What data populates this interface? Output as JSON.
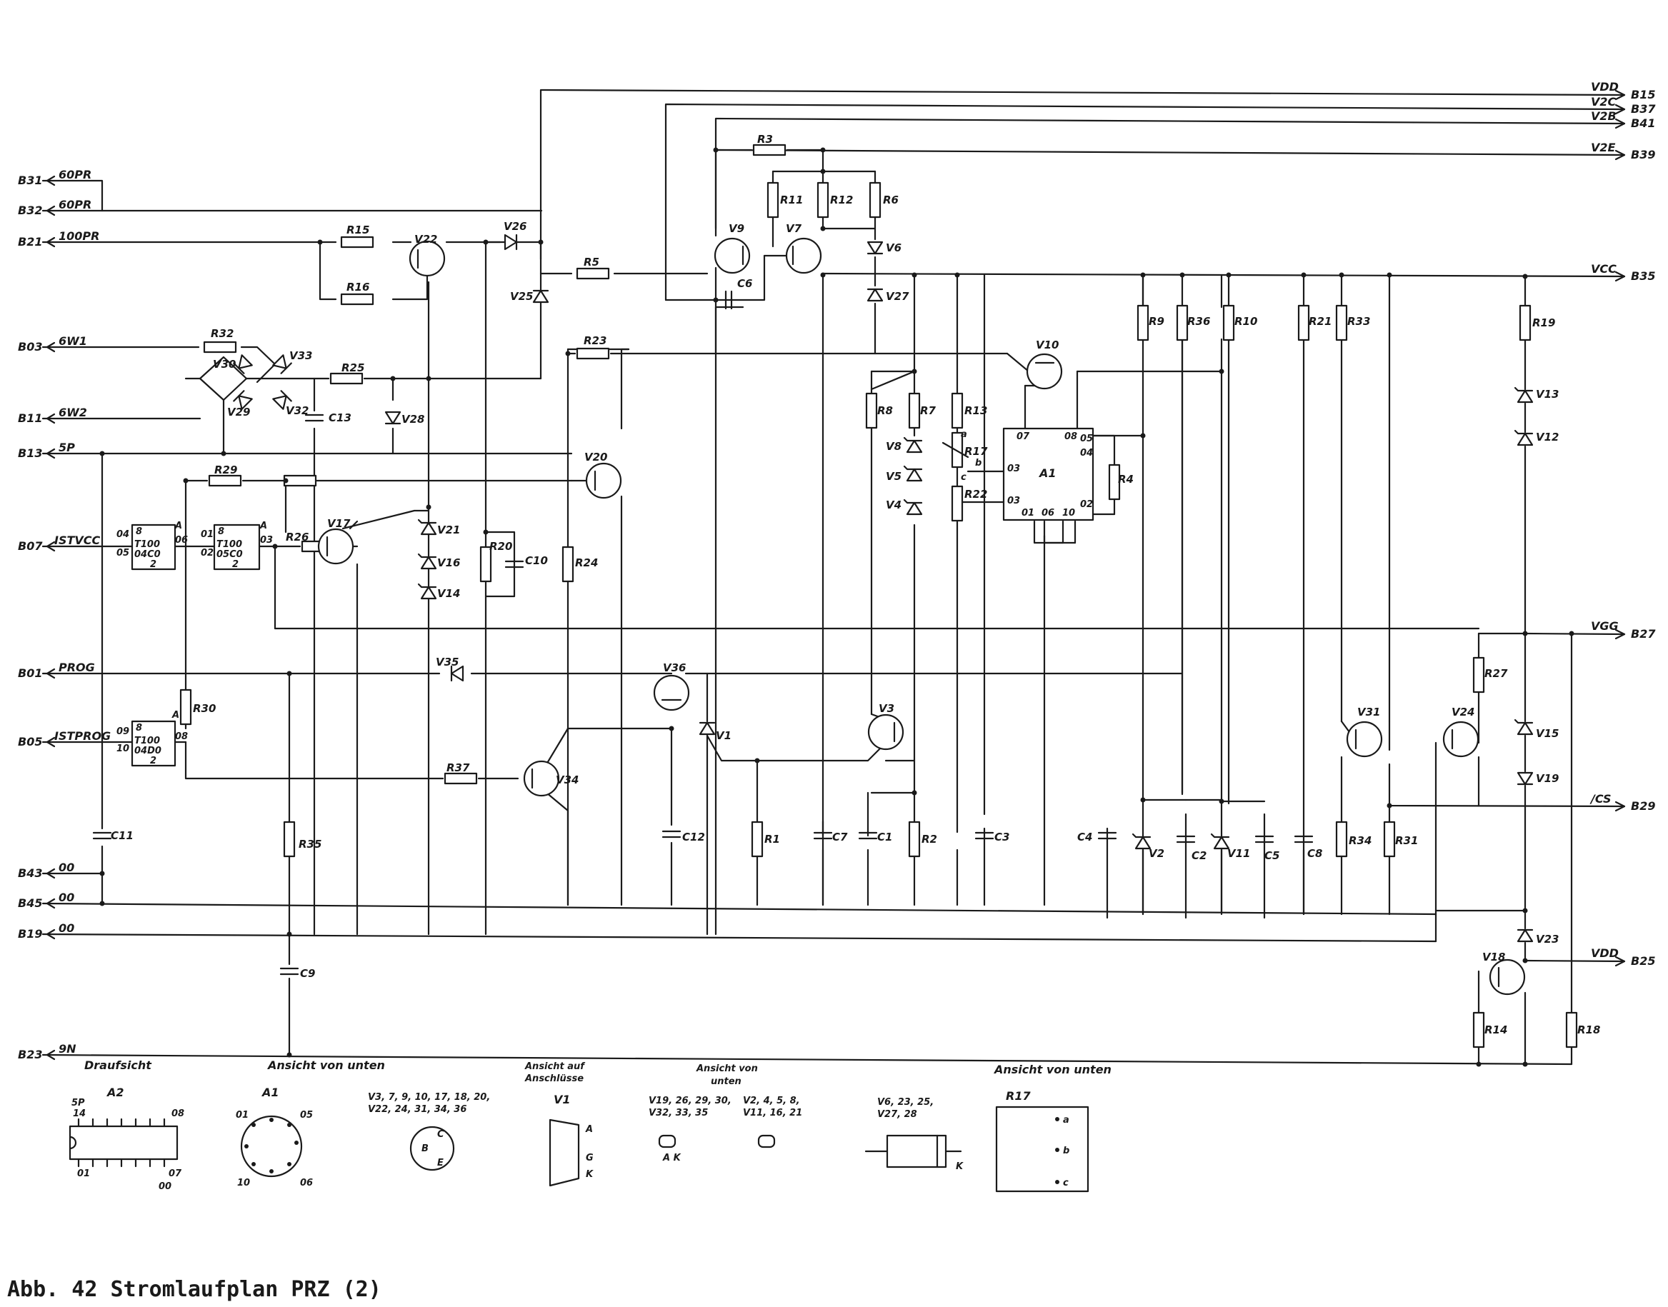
{
  "caption": "Abb. 42  Stromlaufplan PRZ (2)",
  "left_terminals": [
    {
      "id": "B31",
      "signal": "60PR"
    },
    {
      "id": "B32",
      "signal": "60PR"
    },
    {
      "id": "B21",
      "signal": "100PR"
    },
    {
      "id": "B03",
      "signal": "6W1"
    },
    {
      "id": "B11",
      "signal": "6W2"
    },
    {
      "id": "B13",
      "signal": "5P"
    },
    {
      "id": "B07",
      "signal": "ISTVCC"
    },
    {
      "id": "B01",
      "signal": "PROG"
    },
    {
      "id": "B05",
      "signal": "ISTPROG"
    },
    {
      "id": "B43",
      "signal": "00"
    },
    {
      "id": "B45",
      "signal": "00"
    },
    {
      "id": "B19",
      "signal": "00"
    },
    {
      "id": "B23",
      "signal": "9N"
    }
  ],
  "right_terminals": [
    {
      "id": "B15",
      "signal": "VDD"
    },
    {
      "id": "B37",
      "signal": "V2C"
    },
    {
      "id": "B41",
      "signal": "V2B"
    },
    {
      "id": "B39",
      "signal": "V2E"
    },
    {
      "id": "B35",
      "signal": "VCC"
    },
    {
      "id": "B27",
      "signal": "VGG"
    },
    {
      "id": "B29",
      "signal": "/CS"
    },
    {
      "id": "B25",
      "signal": "VDD"
    }
  ],
  "resistors": [
    "R15",
    "R16",
    "R32",
    "R25",
    "R29",
    "R26",
    "R20",
    "R24",
    "R5",
    "R23",
    "R3",
    "R11",
    "R12",
    "R6",
    "R8",
    "R7",
    "R13",
    "R17",
    "R22",
    "R4",
    "R9",
    "R36",
    "R10",
    "R21",
    "R33",
    "R19",
    "R27",
    "R30",
    "R37",
    "R35",
    "R1",
    "R2",
    "R34",
    "R31",
    "R14",
    "R18"
  ],
  "capacitors": [
    "C13",
    "C10",
    "C6",
    "C11",
    "C12",
    "C7",
    "C1",
    "C3",
    "C4",
    "C2",
    "C5",
    "C8",
    "C9"
  ],
  "diodes": [
    "V26",
    "V25",
    "V33",
    "V30",
    "V29",
    "V32",
    "V28",
    "V21",
    "V16",
    "V14",
    "V35",
    "V6",
    "V27",
    "V8",
    "V5",
    "V4",
    "V1",
    "V13",
    "V12",
    "V15",
    "V19",
    "V23",
    "V2",
    "V11"
  ],
  "transistors": [
    "V22",
    "V9",
    "V7",
    "V10",
    "V17",
    "V20",
    "V36",
    "V34",
    "V3",
    "V31",
    "V24",
    "V18"
  ],
  "logic_blocks": [
    {
      "pins_in": [
        "04",
        "05"
      ],
      "pins_out": [
        "06"
      ],
      "power": "8",
      "ground": "2",
      "type": "T100",
      "label": "04C0",
      "out": "A"
    },
    {
      "pins_in": [
        "01",
        "02"
      ],
      "pins_out": [
        "03"
      ],
      "power": "8",
      "ground": "2",
      "type": "T100",
      "label": "05C0",
      "out": "A"
    },
    {
      "pins_in": [
        "09",
        "10"
      ],
      "pins_out": [
        "08"
      ],
      "power": "8",
      "ground": "2",
      "type": "T100",
      "label": "04D0",
      "out": "A"
    }
  ],
  "ic_a1": {
    "label": "A1",
    "pins": [
      "07",
      "08",
      "05",
      "04",
      "03",
      "02",
      "01",
      "06",
      "10"
    ]
  },
  "r17_taps": [
    "a",
    "b",
    "c"
  ],
  "footer": {
    "draufsicht": {
      "title": "Draufsicht",
      "ref": "A2",
      "pins": [
        "5P",
        "14",
        "08",
        "01",
        "07",
        "00"
      ]
    },
    "ansicht_a1": {
      "title": "Ansicht von unten",
      "ref": "A1",
      "pins": [
        "01",
        "05",
        "10",
        "06"
      ]
    },
    "transistor_list": {
      "text1": "V3, 7, 9, 10, 17, 18, 20,",
      "text2": "V22, 24, 31, 34, 36",
      "pins": [
        "C",
        "B",
        "E"
      ]
    },
    "ansicht_v1": {
      "title1": "Ansicht auf",
      "title2": "Anschlüsse",
      "ref": "V1",
      "pins": [
        "A",
        "G",
        "K"
      ]
    },
    "ansicht_dioden": {
      "title1": "Ansicht von",
      "title2": "unten",
      "list1a": "V19, 26, 29, 30,",
      "list1b": "V32, 33, 35",
      "list1pins": "A  K",
      "list2a": "V2, 4, 5, 8,",
      "list2b": "V11, 16, 21"
    },
    "axial": {
      "list1": "V6, 23, 25,",
      "list2": "V27, 28",
      "pin": "K"
    },
    "ansicht_r17": {
      "title": "Ansicht von unten",
      "ref": "R17",
      "pins": [
        "a",
        "b",
        "c"
      ]
    }
  }
}
